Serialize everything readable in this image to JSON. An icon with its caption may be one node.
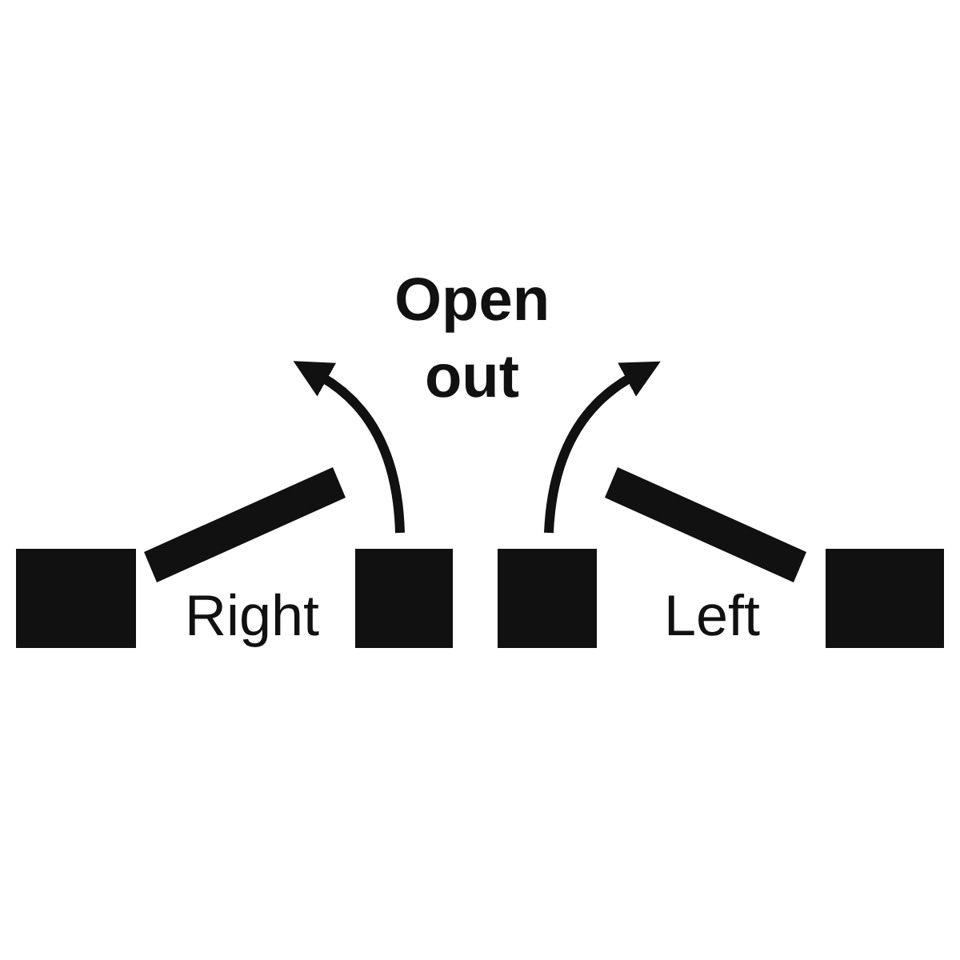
{
  "diagram": {
    "labels": [
      "Open out",
      "Right",
      "Left"
    ]
  }
}
